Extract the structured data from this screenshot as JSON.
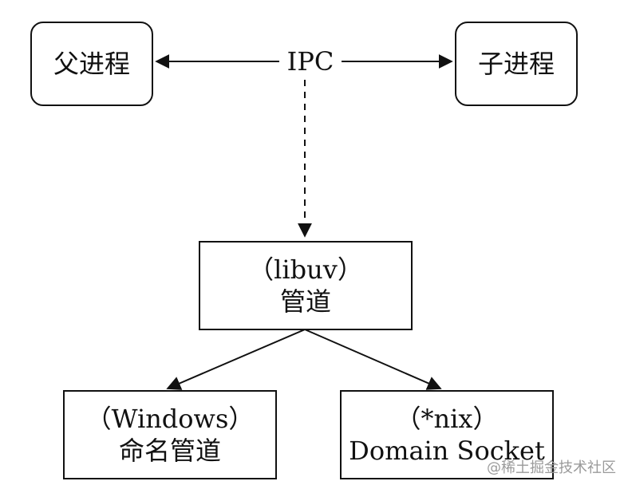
{
  "nodes": {
    "parent": {
      "label": "父进程"
    },
    "child": {
      "label": "子进程"
    },
    "ipc": {
      "label": "IPC"
    },
    "pipe": {
      "line1": "（libuv）",
      "line2": "管道"
    },
    "windows": {
      "line1": "（Windows）",
      "line2": "命名管道"
    },
    "nix": {
      "line1": "（*nix）",
      "line2": "Domain Socket"
    }
  },
  "watermark": "@稀土掘金技术社区",
  "colors": {
    "line": "#111111",
    "watermark": "#9a9a9a",
    "background": "#ffffff"
  }
}
